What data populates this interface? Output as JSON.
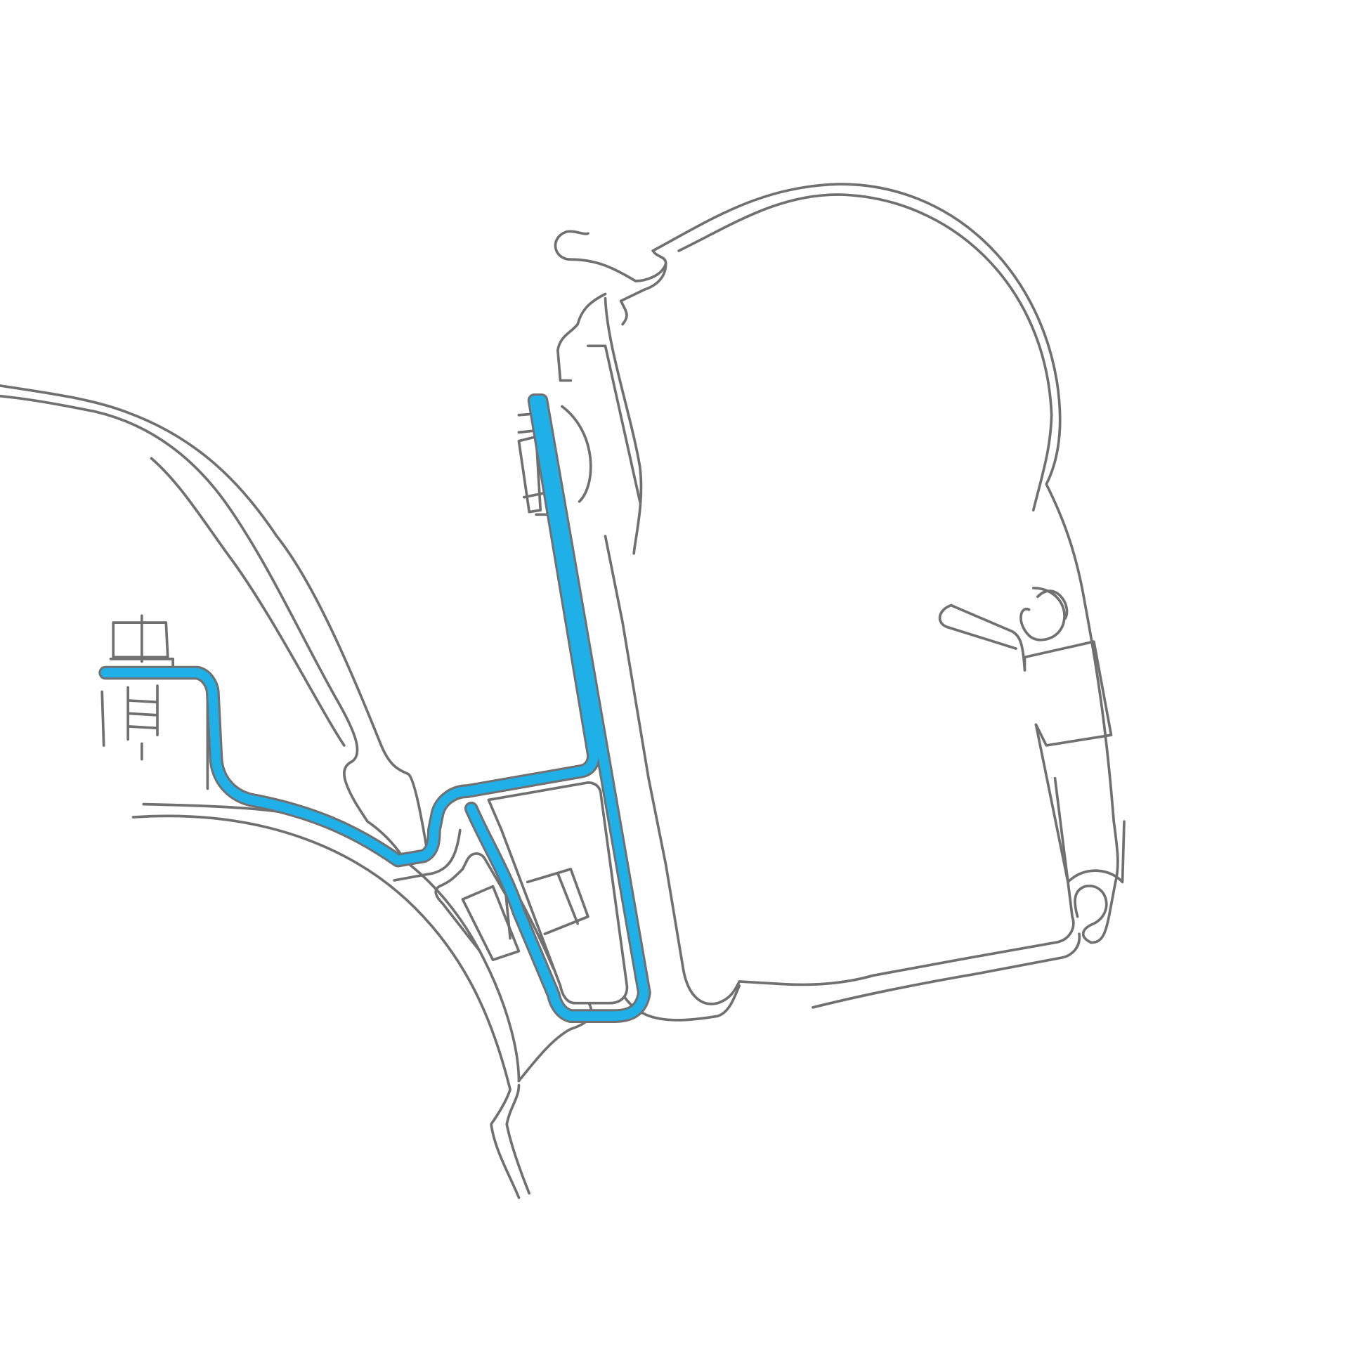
{
  "diagram": {
    "colors": {
      "outline": "#707070",
      "highlight": "#1eb0e6",
      "background": "#ffffff"
    },
    "parts": [
      {
        "name": "vehicle-roof-rail",
        "highlighted": false
      },
      {
        "name": "awning-casing",
        "highlighted": false
      },
      {
        "name": "adapter-bracket",
        "highlighted": true
      },
      {
        "name": "mounting-bolt",
        "highlighted": false
      },
      {
        "name": "vehicle-body-panel",
        "highlighted": false
      }
    ]
  }
}
